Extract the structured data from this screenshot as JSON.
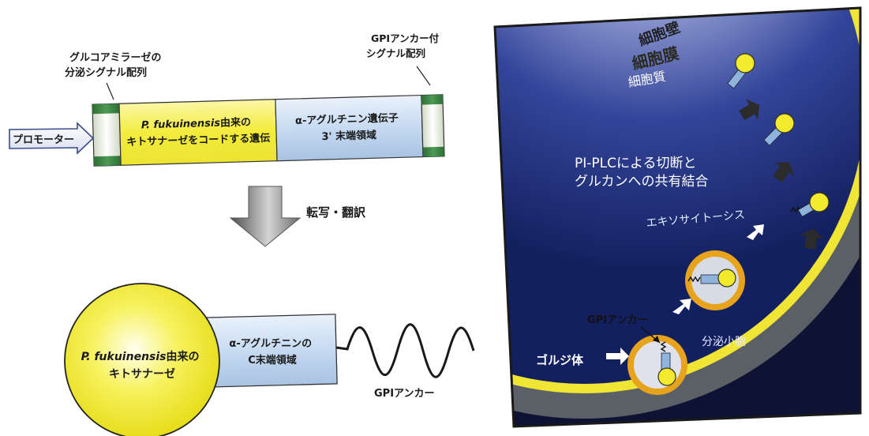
{
  "left_construct": {
    "glucoamylase_signal_label": [
      "グルコアミラーゼの",
      "分泌シグナル配列"
    ],
    "gpi_signal_label": [
      "GPIアンカー付",
      "シグナル配列"
    ],
    "promoter": "プロモーター",
    "chitosanase_gene_italic": "P. fukuinensis",
    "chitosanase_gene_rest": "由来の",
    "chitosanase_gene_line2": "キトサナーゼをコードする遺伝",
    "agglutinin_gene": [
      "α-アグルチニン遺伝子",
      "3' 末端領域"
    ]
  },
  "process": {
    "transcription_translation": "転写・翻訳"
  },
  "fusion_protein": {
    "chitosanase_italic": "P. fukuinensis",
    "chitosanase_rest": "由来の",
    "chitosanase_line2": "キトサナーゼ",
    "agglutinin_domain": [
      "α-アグルチニンの",
      "C末端領域"
    ],
    "gpi_anchor": "GPIアンカー"
  },
  "cell_panel": {
    "cell_wall": "細胞壁",
    "cell_membrane": "細胞膜",
    "cytoplasm": "細胞質",
    "cleavage_text": [
      "PI-PLCによる切断と",
      "グルカンへの共有結合"
    ],
    "exocytosis": "エキソサイトーシス",
    "gpi_anchor": "GPIアンカー",
    "secretory_vesicle": "分泌小胞",
    "golgi": "ゴルジ体"
  },
  "colors": {
    "signal_green": "#2f7a3a",
    "gene_yellow": "#f3ee3c",
    "gene_blue": "#cfe0f4",
    "cell_navy": "#152467",
    "membrane_yellow": "#f0e434",
    "wall_gray": "#5d6268",
    "vesicle_orange": "#e6a218"
  }
}
